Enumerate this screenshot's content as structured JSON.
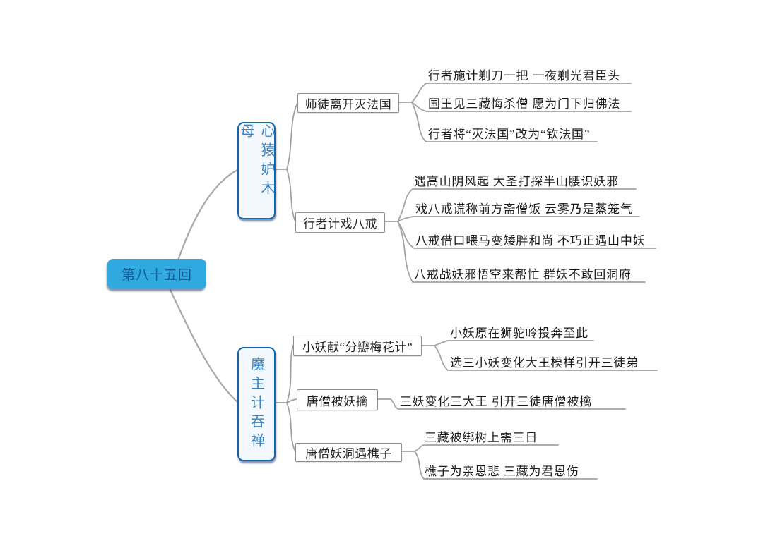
{
  "root": {
    "label": "第八十五回"
  },
  "branches": [
    {
      "label": "心猿妒木母",
      "children": [
        {
          "label": "师徒离开灭法国",
          "leaves": [
            "行者施计剃刀一把 一夜剃光君臣头",
            "国王见三藏悔杀僧 愿为门下归佛法",
            "行者将“灭法国”改为“钦法国”"
          ]
        },
        {
          "label": "行者计戏八戒",
          "leaves": [
            "遇高山阴风起 大圣打探半山腰识妖邪",
            "戏八戒谎称前方斋僧饭 云雾乃是蒸笼气",
            "八戒借口喂马变矮胖和尚 不巧正遇山中妖",
            "八戒战妖邪悟空来帮忙 群妖不敢回洞府"
          ]
        }
      ]
    },
    {
      "label": "魔主计吞禅",
      "children": [
        {
          "label": "小妖献“分瓣梅花计”",
          "leaves": [
            "小妖原在狮驼岭投奔至此",
            "选三小妖变化大王模样引开三徒弟"
          ]
        },
        {
          "label": "唐僧被妖擒",
          "leaves": [
            "三妖变化三大王 引开三徒唐僧被擒"
          ]
        },
        {
          "label": "唐僧妖洞遇樵子",
          "leaves": [
            "三藏被绑树上需三日",
            "樵子为亲恩悲 三藏为君恩伤"
          ]
        }
      ]
    }
  ],
  "colors": {
    "root_fill": "#2FA9E0",
    "root_text": "#135F95",
    "branch_border": "#1565AD",
    "branch_text": "#3C82BD",
    "branch_fill": "#F2F8FD",
    "connector_line": "#9FA3A6",
    "sub_node_border": "#8F8F8F",
    "leaf_text": "#1C1C1C"
  }
}
